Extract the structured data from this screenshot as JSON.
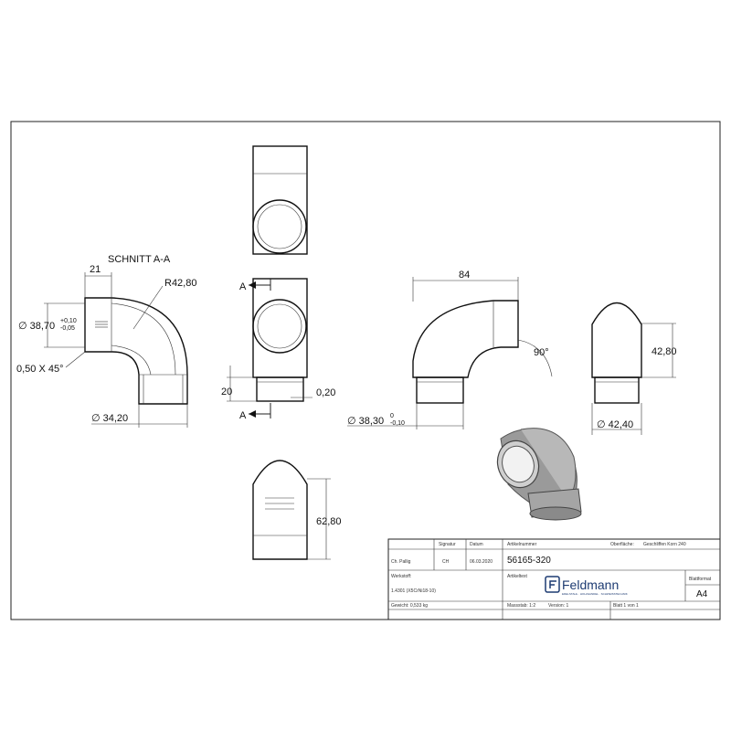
{
  "drawing": {
    "section_label": "SCHNITT A-A",
    "section_marker": "A",
    "dims": {
      "r": "R42,80",
      "w21": "21",
      "d3870": "∅ 38,70",
      "tol1_up": "+0,10",
      "tol1_lo": "-0,05",
      "chamfer": "0,50 X 45°",
      "d3420": "∅ 34,20",
      "d20": "20",
      "d020": "0,20",
      "d84": "84",
      "angle": "90°",
      "d3830": "∅ 38,30",
      "tol2_up": "0",
      "tol2_lo": "-0,10",
      "d4280": "42,80",
      "d4240": "∅ 42,40",
      "d6280": "62,80"
    }
  },
  "title_block": {
    "h_signatur": "Signatur",
    "h_datum": "Datum",
    "h_artikel": "Artikelnummer",
    "h_oberflaeche": "Oberfläche:",
    "oberflaeche_value": "Geschliffen Korn 240",
    "name": "Ch. Pallig",
    "signatur": "CH",
    "datum": "06.03.2020",
    "article_number": "56165-320",
    "h_werkstoff": "Werkstoff:",
    "werkstoff_value": "1.4301 (X5CrNi18-10)",
    "h_artikeltext": "Artikeltext",
    "brand": "Feldmann",
    "brand_tagline": "EDELSTAHL · HOLZHANDEL · SCHWEISSTECHNIK",
    "h_blattformat": "Blattformat",
    "blattformat": "A4",
    "gewicht": "Gewicht: 0,533 kg",
    "massstab": "Massstab: 1:2",
    "version": "Version: 1",
    "blatt": "Blatt 1 von 1"
  },
  "colors": {
    "brand": "#1d3b72",
    "line": "#222222"
  }
}
